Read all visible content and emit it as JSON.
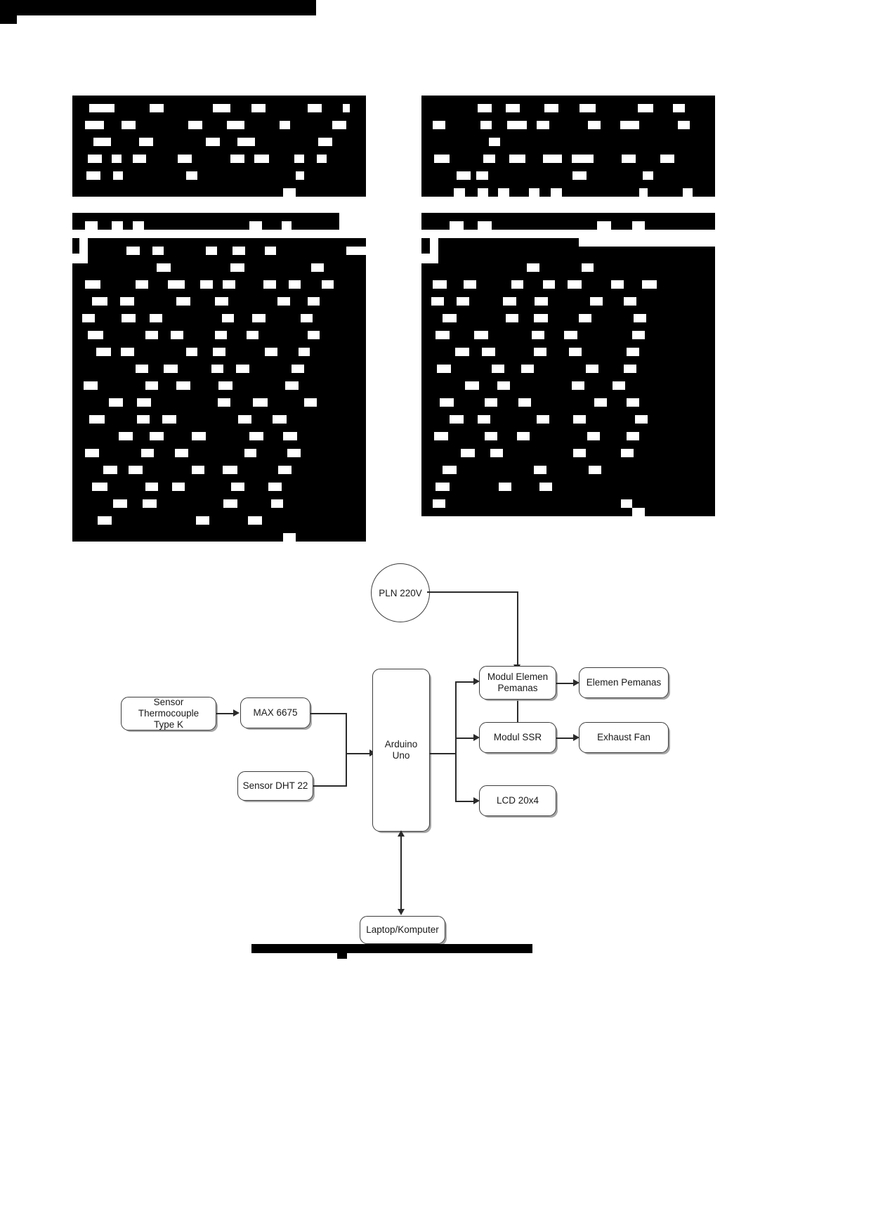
{
  "document": {
    "type": "academic-paper-page",
    "layout": "two-column",
    "redacted": true,
    "title_redacted_label": "",
    "page_number_redacted_label": "",
    "caption_redacted_label": ""
  },
  "columns": {
    "left": {
      "label": "left-column"
    },
    "right": {
      "label": "right-column"
    }
  },
  "diagram": {
    "name": "block-diagram-sistem",
    "nodes": [
      {
        "id": "pln",
        "label": "PLN 220V",
        "shape": "circle"
      },
      {
        "id": "thermo",
        "label": "Sensor Thermocouple\nType K",
        "line1": "Sensor Thermocouple",
        "line2": "Type K",
        "shape": "rounded-rect"
      },
      {
        "id": "max6675",
        "label": "MAX 6675",
        "shape": "rounded-rect"
      },
      {
        "id": "dht22",
        "label": "Sensor DHT 22",
        "shape": "rounded-rect"
      },
      {
        "id": "arduino",
        "label": "Arduino Uno",
        "shape": "rounded-rect"
      },
      {
        "id": "modulelem",
        "label": "Modul Elemen\nPemanas",
        "line1": "Modul Elemen",
        "line2": "Pemanas",
        "shape": "rounded-rect"
      },
      {
        "id": "elemen",
        "label": "Elemen Pemanas",
        "shape": "rounded-rect"
      },
      {
        "id": "modulssr",
        "label": "Modul SSR",
        "shape": "rounded-rect"
      },
      {
        "id": "fan",
        "label": "Exhaust Fan",
        "shape": "rounded-rect"
      },
      {
        "id": "lcd",
        "label": "LCD 20x4",
        "shape": "rounded-rect"
      },
      {
        "id": "laptop",
        "label": "Laptop/Komputer",
        "shape": "rounded-rect"
      }
    ],
    "edges": [
      {
        "from": "thermo",
        "to": "max6675",
        "arrow": "right"
      },
      {
        "from": "max6675",
        "to": "arduino",
        "arrow": "right"
      },
      {
        "from": "dht22",
        "to": "arduino",
        "arrow": "right"
      },
      {
        "from": "arduino",
        "to": "modulelem",
        "arrow": "right"
      },
      {
        "from": "arduino",
        "to": "modulssr",
        "arrow": "right"
      },
      {
        "from": "arduino",
        "to": "lcd",
        "arrow": "right"
      },
      {
        "from": "modulelem",
        "to": "elemen",
        "arrow": "right"
      },
      {
        "from": "modulssr",
        "to": "fan",
        "arrow": "right"
      },
      {
        "from": "pln",
        "to": "modulelem",
        "arrow": "down"
      },
      {
        "from": "pln",
        "to": "modulssr",
        "arrow": "down"
      },
      {
        "from": "laptop",
        "to": "arduino",
        "arrow": "bidirectional"
      }
    ]
  },
  "colors": {
    "redaction": "#000000",
    "node_border": "#3c3c3c",
    "wire": "#2b2b2b",
    "background": "#ffffff"
  }
}
